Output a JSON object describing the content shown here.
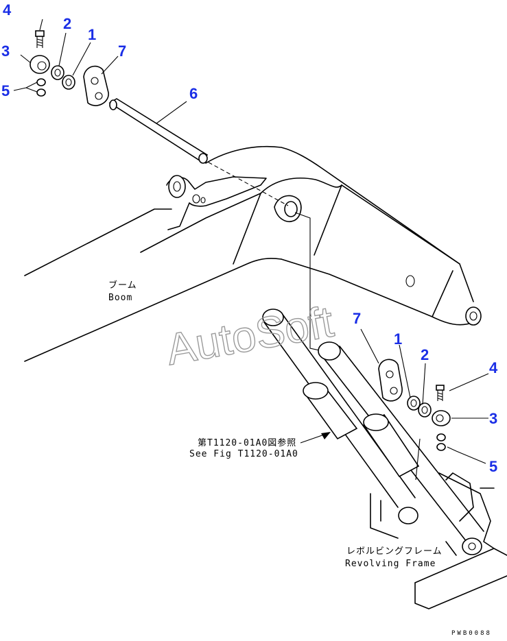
{
  "callouts": {
    "top": [
      {
        "num": "4"
      },
      {
        "num": "2"
      },
      {
        "num": "1"
      },
      {
        "num": "3"
      },
      {
        "num": "7"
      },
      {
        "num": "5"
      },
      {
        "num": "6"
      }
    ],
    "bottom": [
      {
        "num": "7"
      },
      {
        "num": "1"
      },
      {
        "num": "2"
      },
      {
        "num": "4"
      },
      {
        "num": "3"
      },
      {
        "num": "5"
      }
    ]
  },
  "labels": {
    "boom_jp": "ブーム",
    "boom_en": "Boom",
    "see_fig_jp": "第T1120-01A0図参照",
    "see_fig_en": "See Fig T1120-01A0",
    "revolving_jp": "レボルビングフレーム",
    "revolving_en": "Revolving Frame"
  },
  "watermark": "AutoSoft",
  "drawing_code": "PWB0088"
}
